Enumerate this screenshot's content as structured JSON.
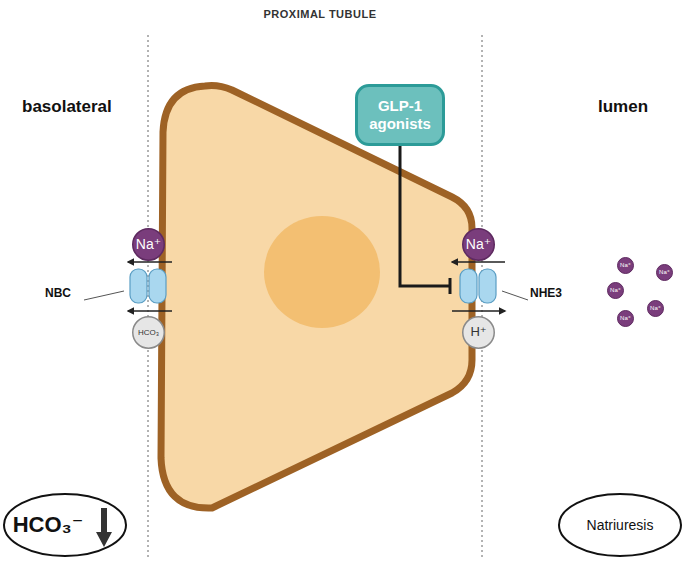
{
  "diagram": {
    "title": "PROXIMAL TUBULE",
    "nodes": [
      {
        "text": [
          "GLP-1 agonists"
        ]
      },
      {
        "text": [
          "NBC"
        ]
      },
      {
        "text": [
          "Na⁺"
        ]
      },
      {
        "text": [
          "HCO₃"
        ]
      },
      {
        "text": [
          "NHE3"
        ]
      },
      {
        "text": [
          "Na⁺"
        ]
      },
      {
        "text": [
          "H⁺"
        ]
      },
      {
        "text": [
          "Na⁺"
        ]
      },
      {
        "text": [
          "Na⁺"
        ]
      },
      {
        "text": [
          "Na⁺"
        ]
      },
      {
        "text": [
          "Na⁺"
        ]
      },
      {
        "text": [
          "Na⁺"
        ]
      },
      {
        "text": [
          "HCO₃⁻"
        ]
      },
      {
        "text": [
          "Natriuresis"
        ]
      }
    ],
    "edges": [
      {
        "from": 0,
        "to": 4,
        "arrow": "to"
      }
    ],
    "labels": [
      "basolateral",
      "lumen"
    ]
  }
}
